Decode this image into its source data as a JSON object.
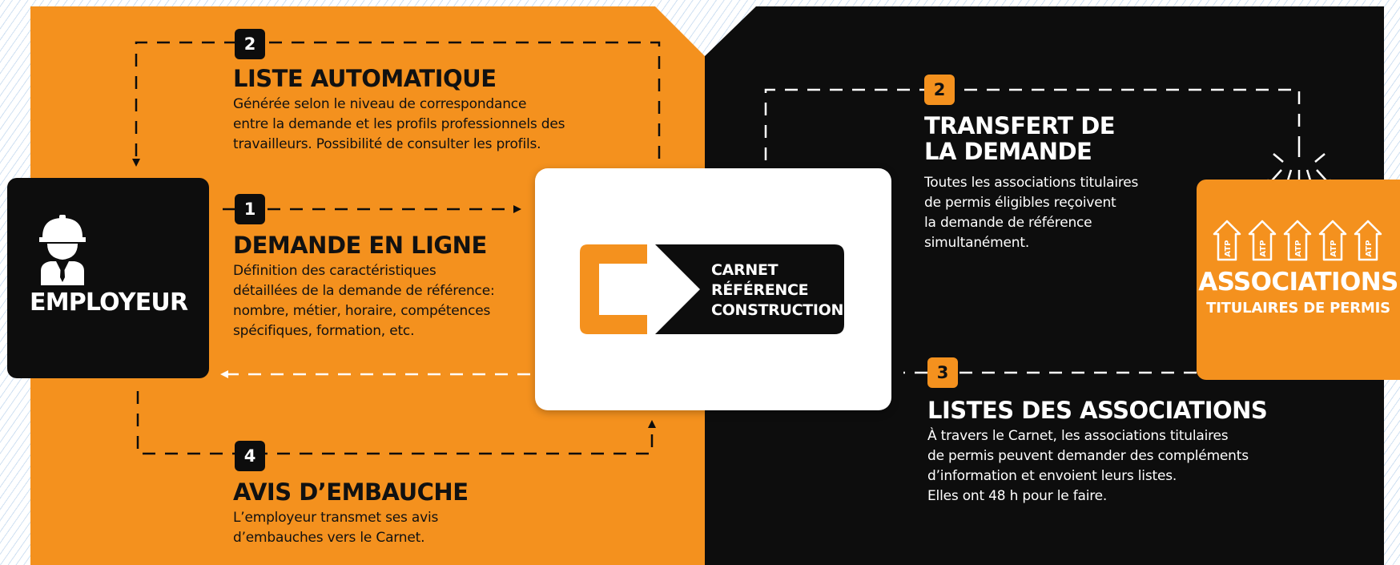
{
  "colors": {
    "orange": "#f4911e",
    "black": "#0d0d0d",
    "white": "#ffffff"
  },
  "employer": {
    "label": "EMPLOYEUR",
    "icon": "construction-worker-icon"
  },
  "center": {
    "logo_icon": "carnet-logo-icon",
    "logo_lines": [
      "CARNET",
      "RÉFÉRENCE",
      "CONSTRUCTION"
    ]
  },
  "associations": {
    "title": "ASSOCIATIONS",
    "subtitle": "TITULAIRES DE PERMIS",
    "icon_label": "ATP",
    "icon": "house-icon"
  },
  "steps": {
    "liste_automatique": {
      "number": "2",
      "title": "LISTE AUTOMATIQUE",
      "lines": [
        "Générée selon le niveau de correspondance",
        "entre la demande et les profils professionnels des",
        "travailleurs. Possibilité de consulter les profils."
      ]
    },
    "demande_en_ligne": {
      "number": "1",
      "title": "DEMANDE EN LIGNE",
      "lines": [
        "Définition des caractéristiques",
        "détaillées de la demande de référence:",
        "nombre, métier, horaire, compétences",
        "spécifiques, formation, etc."
      ]
    },
    "avis_embauche": {
      "number": "4",
      "title": "AVIS D’EMBAUCHE",
      "lines": [
        "L’employeur transmet ses avis",
        "d’embauches vers le Carnet."
      ]
    },
    "transfert": {
      "number": "2",
      "title_lines": [
        "TRANSFERT DE",
        "LA DEMANDE"
      ],
      "lines": [
        "Toutes les associations titulaires",
        "de permis éligibles reçoivent",
        "la demande de référence",
        "simultanément."
      ]
    },
    "listes_associations": {
      "number": "3",
      "title": "LISTES DES ASSOCIATIONS",
      "lines": [
        "À travers le Carnet, les associations titulaires",
        "de permis peuvent demander des compléments",
        "d’information et envoient leurs listes.",
        "Elles ont 48 h pour le faire."
      ]
    }
  }
}
